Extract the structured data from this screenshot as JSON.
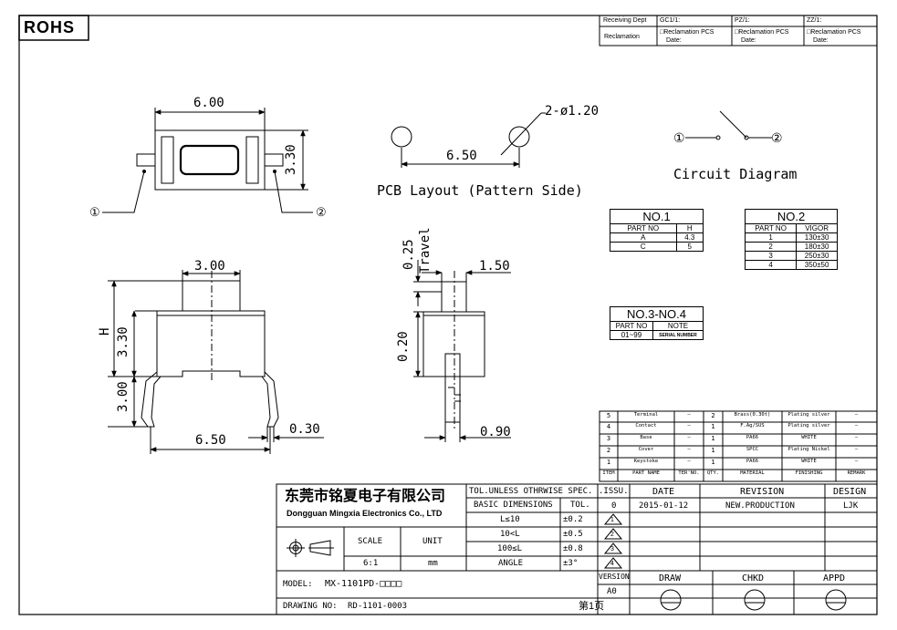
{
  "rohs": "ROHS",
  "header": {
    "receiving_dept": "Receiving Dept",
    "gc": "GC1/1:",
    "pz": "PZ/1:",
    "zz": "ZZ/1:",
    "reclamation": "Reclamation",
    "recl_pcs": "□Reclamation  PCS",
    "date": "Date:"
  },
  "dims": {
    "top_width": "6.00",
    "top_height": "3.30",
    "pcb_hole": "2-ø1.20",
    "pcb_spacing": "6.50",
    "front_plunger": "3.00",
    "front_h": "H",
    "front_body": "3.30",
    "front_leg": "3.00",
    "front_pitch": "6.50",
    "front_lead": "0.30",
    "side_travel_val": "0.25",
    "side_travel": "Travel",
    "side_top": "1.50",
    "side_mid": "0.20",
    "side_lead": "0.90"
  },
  "labels": {
    "pin1": "①",
    "pin2": "②",
    "pcb_layout": "PCB Layout (Pattern Side)",
    "circuit_diagram": "Circuit Diagram"
  },
  "no1": {
    "title": "NO.1",
    "headers": [
      "PART NO",
      "H"
    ],
    "rows": [
      [
        "A",
        "4.3"
      ],
      [
        "C",
        "5"
      ]
    ]
  },
  "no2": {
    "title": "NO.2",
    "headers": [
      "PART NO",
      "VIGOR"
    ],
    "rows": [
      [
        "1",
        "130±30"
      ],
      [
        "2",
        "180±30"
      ],
      [
        "3",
        "250±30"
      ],
      [
        "4",
        "350±50"
      ]
    ]
  },
  "no34": {
    "title": "NO.3-NO.4",
    "headers": [
      "PART NO",
      "NOTE"
    ],
    "rows": [
      [
        "01~99",
        "SERIAL NUMBER"
      ]
    ]
  },
  "bom": {
    "rows": [
      [
        "5",
        "Terminal",
        "—",
        "2",
        "Brass(0.30t)",
        "Plating silver",
        "—"
      ],
      [
        "4",
        "Contact",
        "—",
        "1",
        "F.Ag/SUS",
        "Plating silver",
        "—"
      ],
      [
        "3",
        "Base",
        "—",
        "1",
        "PA66",
        "WHITE",
        "—"
      ],
      [
        "2",
        "Cover",
        "—",
        "1",
        "SPCC",
        "Plating Nickel",
        "—"
      ],
      [
        "1",
        "Keystoke",
        "—",
        "1",
        "PA66",
        "WHITE",
        "—"
      ]
    ],
    "headers": [
      "ITEM",
      "PART NAME",
      "TER'NO.",
      "QTY.",
      "MATERIAL",
      "FINISHING",
      "REMARK"
    ]
  },
  "title_block": {
    "company_cn": "东莞市铭夏电子有限公司",
    "company_en": "Dongguan Mingxia Electronics Co., LTD",
    "tol_title": "TOL.UNLESS OTHRWISE SPEC.",
    "basic_dim": "BASIC DIMENSIONS",
    "tol": "TOL.",
    "tol_rows": [
      [
        "L≤10",
        "±0.2"
      ],
      [
        "10<L",
        "±0.5"
      ],
      [
        "100≤L",
        "±0.8"
      ],
      [
        "ANGLE",
        "±3°"
      ]
    ],
    "scale_label": "SCALE",
    "scale": "6:1",
    "unit_label": "UNIT",
    "unit": "mm",
    "issu": ".ISSU.",
    "date_h": "DATE",
    "revision_h": "REVISION",
    "design_h": "DESIGN",
    "issue_no": "0",
    "date": "2015-01-12",
    "revision": "NEW.PRODUCTION",
    "designer": "LJK",
    "revision_marks": [
      "1",
      "2",
      "3",
      "4"
    ],
    "version_h": "VERSION",
    "version": "A0",
    "draw_h": "DRAW",
    "chkd_h": "CHKD",
    "appd_h": "APPD",
    "model_label": "MODEL:",
    "model": "MX-1101PD-□□□□",
    "drawing_label": "DRAWING NO:",
    "drawing_no": "RD-1101-0003",
    "page": "第1页"
  }
}
